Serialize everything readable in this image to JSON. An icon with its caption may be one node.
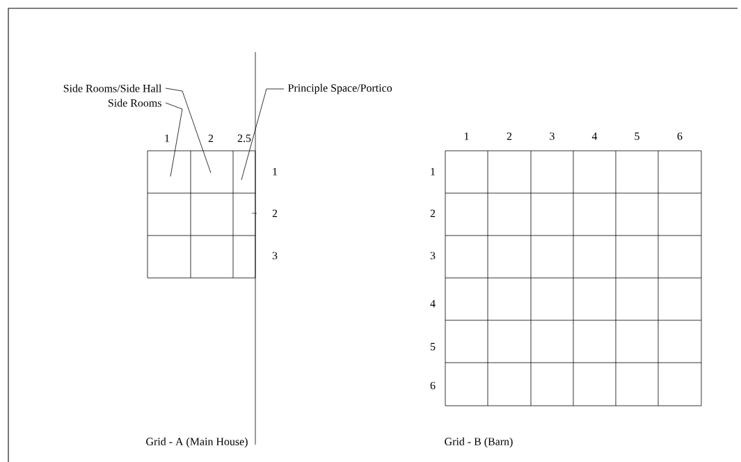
{
  "diagram": {
    "nodes": [
      {
        "text": [
          "Side Rooms/Side Hall"
        ]
      },
      {
        "text": [
          "Side Rooms"
        ]
      },
      {
        "text": [
          "Principle Space/Portico"
        ]
      }
    ],
    "edges": [
      {
        "from": 0,
        "to": null,
        "arrow": "none"
      },
      {
        "from": 1,
        "to": null,
        "arrow": "none"
      },
      {
        "from": 2,
        "to": null,
        "arrow": "none"
      }
    ],
    "labels": [
      "1",
      "2",
      "2.5",
      "1",
      "2",
      "3",
      "1",
      "2",
      "3",
      "4",
      "5",
      "6",
      "1",
      "2",
      "3",
      "4",
      "5",
      "6",
      "Grid - A (Main House)",
      "Grid - B (Barn)"
    ]
  }
}
